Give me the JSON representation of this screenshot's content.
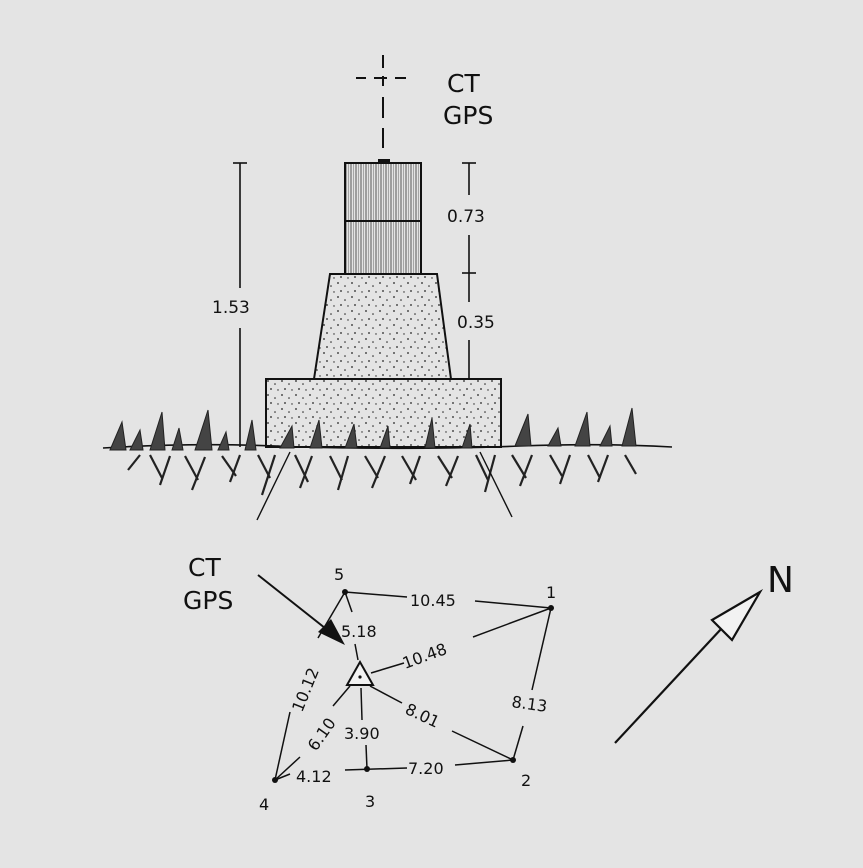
{
  "elevation": {
    "marker_label_line1": "CT",
    "marker_label_line2": "GPS",
    "total_height": "1.53",
    "pillar_height": "0.73",
    "frustum_height": "0.35"
  },
  "plan": {
    "marker_label_line1": "CT",
    "marker_label_line2": "GPS",
    "points": [
      "1",
      "2",
      "3",
      "4",
      "5"
    ],
    "distances": {
      "d_5_1": "10.45",
      "d_c_1": "10.48",
      "d_c_5": "5.18",
      "d_4_5": "10.12",
      "d_c_4": "6.10",
      "d_c_3": "3.90",
      "d_c_2": "8.01",
      "d_1_2": "8.13",
      "d_4_3": "4.12",
      "d_3_2": "7.20"
    }
  },
  "north_label": "N",
  "colors": {
    "background": "#e4e4e4",
    "ink": "#111111"
  }
}
